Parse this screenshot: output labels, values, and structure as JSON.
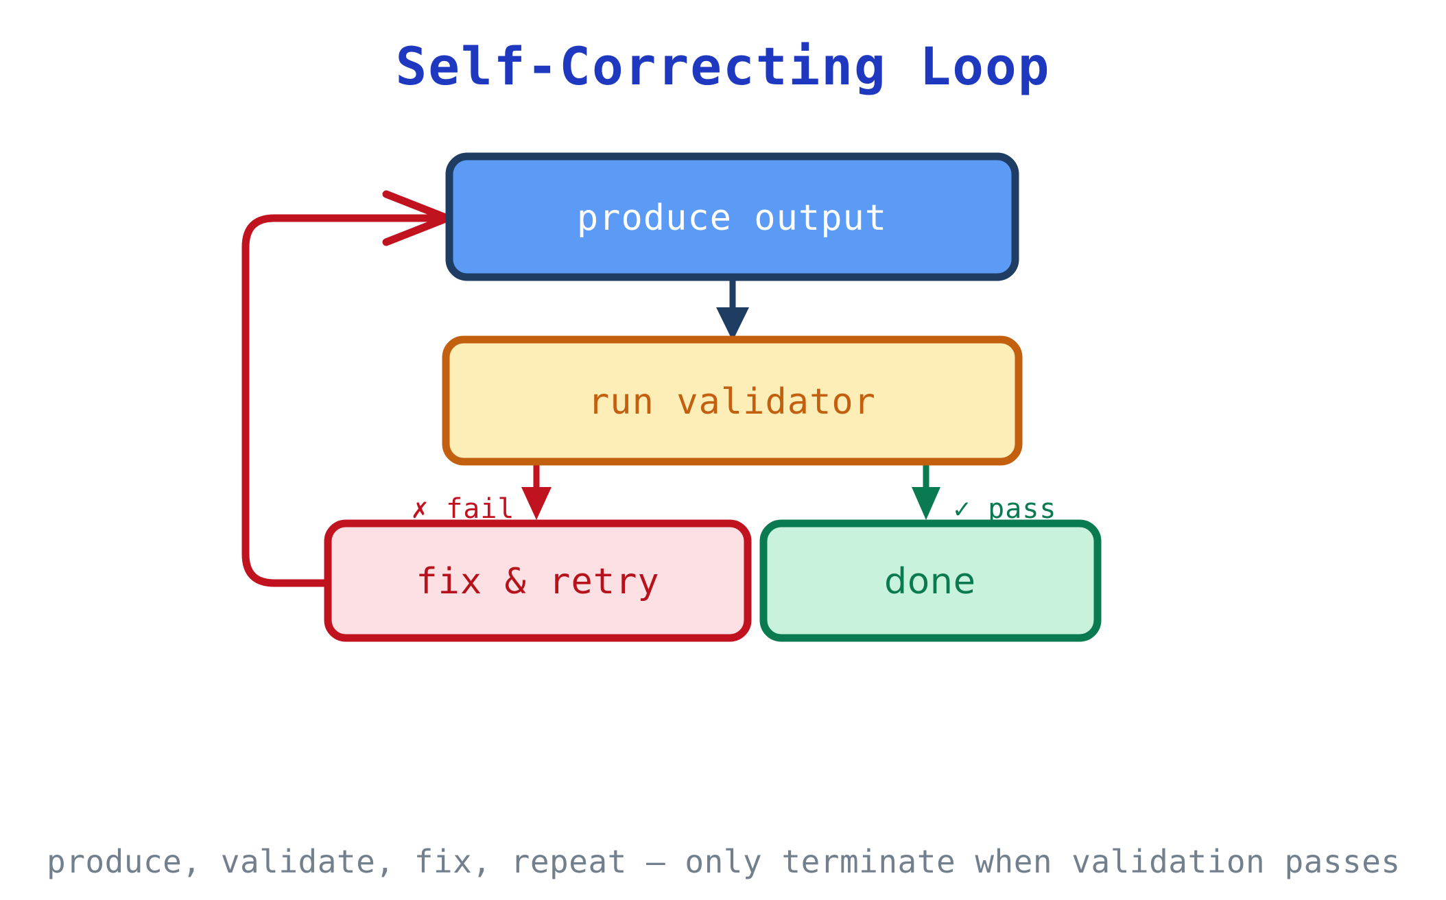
{
  "diagram": {
    "title": "Self-Correcting Loop",
    "title_color": "#1e39bf",
    "background": "#ffffff",
    "caption": "produce, validate, fix, repeat — only terminate when validation passes",
    "caption_color": "#72808e",
    "nodes": [
      {
        "id": "produce",
        "label": "produce output",
        "fill": "#5b9bf5",
        "stroke": "#1f3d63",
        "text_color": "#ffffff"
      },
      {
        "id": "validate",
        "label": "run validator",
        "fill": "#fdeeb8",
        "stroke": "#c3600f",
        "text_color": "#c3600f"
      },
      {
        "id": "fix",
        "label": "fix & retry",
        "fill": "#fce0e3",
        "stroke": "#c1121f",
        "text_color": "#b5121b"
      },
      {
        "id": "done",
        "label": "done",
        "fill": "#c8f2dc",
        "stroke": "#0a7b50",
        "text_color": "#0a7b50"
      }
    ],
    "edges": [
      {
        "id": "produce-to-validate",
        "from": "produce",
        "to": "validate",
        "label": "",
        "color": "#1f3d63"
      },
      {
        "id": "validate-to-fix",
        "from": "validate",
        "to": "fix",
        "label": "✗ fail",
        "color": "#c1121f"
      },
      {
        "id": "validate-to-done",
        "from": "validate",
        "to": "done",
        "label": "✓ pass",
        "color": "#0a7b50"
      },
      {
        "id": "fix-to-produce",
        "from": "fix",
        "to": "produce",
        "label": "",
        "color": "#c1121f"
      }
    ]
  }
}
